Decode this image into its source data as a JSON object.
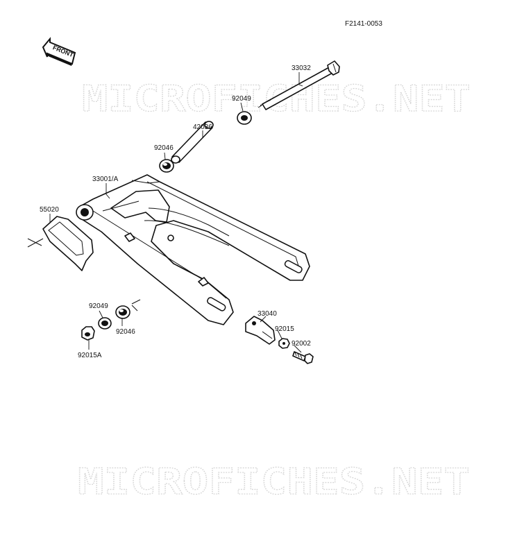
{
  "figure": {
    "ref_code": "F2141-0053",
    "front_arrow_label": "FRONT",
    "watermark": "MICROFICHES.NET"
  },
  "parts": [
    {
      "id": "33032"
    },
    {
      "id": "92049"
    },
    {
      "id": "42036"
    },
    {
      "id": "92046"
    },
    {
      "id": "33001/A"
    },
    {
      "id": "55020"
    },
    {
      "id": "92049"
    },
    {
      "id": "92046"
    },
    {
      "id": "92015A"
    },
    {
      "id": "33040"
    },
    {
      "id": "92015"
    },
    {
      "id": "92002"
    }
  ]
}
